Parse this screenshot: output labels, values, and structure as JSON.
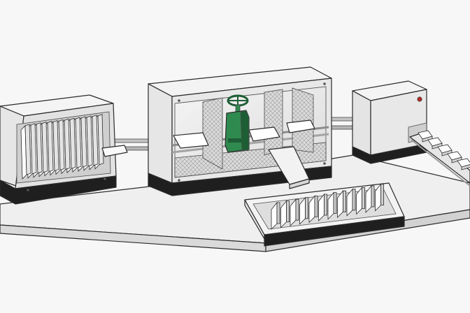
{
  "diagram": {
    "palette": {
      "background": "#f7f7f7",
      "housing": "#e9e9e9",
      "housing_light": "#f6f6f6",
      "housing_dark": "#d2d2d2",
      "base_band": "#1f1f1f",
      "platform": "#ececec",
      "platform_side": "#d8d8d8",
      "plate": "#ffffff",
      "mesh": "#cfcfcf",
      "valve_green": "#2f8a4f",
      "valve_green_dark": "#1e5e35",
      "indicator_red": "#b3261e",
      "rail": "#bdbdbd"
    },
    "parts": [
      {
        "id": "platform",
        "icon": "platform-base"
      },
      {
        "id": "input-magazine",
        "icon": "stacked-plates",
        "plate_count": 14
      },
      {
        "id": "process-chamber",
        "icon": "glass-enclosure"
      },
      {
        "id": "press-valve",
        "icon": "green-handwheel-valve"
      },
      {
        "id": "output-unit",
        "icon": "box-with-indicator-light"
      },
      {
        "id": "output-conveyor",
        "icon": "conveyor-with-plates",
        "plate_count": 5
      },
      {
        "id": "collection-tray",
        "icon": "tray-with-plates",
        "plate_count": 12
      }
    ]
  }
}
